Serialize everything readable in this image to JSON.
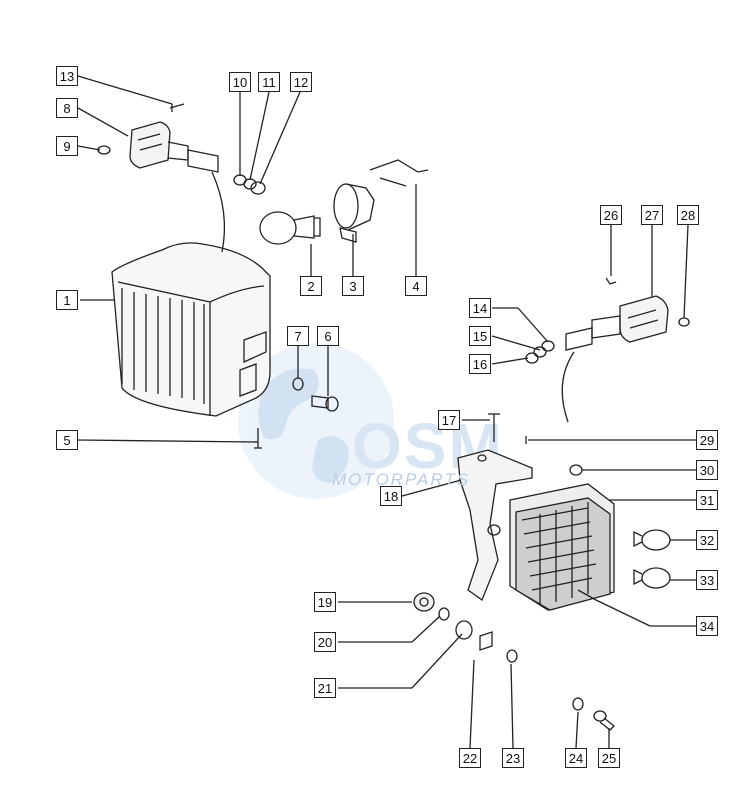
{
  "watermark": {
    "logo": "OSM",
    "text": "MOTORPARTS",
    "color": "#b9cde3",
    "accent": "#7aa6d6"
  },
  "callouts": [
    "13",
    "8",
    "9",
    "10",
    "11",
    "12",
    "1",
    "2",
    "3",
    "4",
    "7",
    "6",
    "5",
    "26",
    "27",
    "28",
    "14",
    "15",
    "16",
    "17",
    "29",
    "30",
    "18",
    "31",
    "32",
    "33",
    "34",
    "19",
    "20",
    "21",
    "22",
    "23",
    "24",
    "25"
  ],
  "ink_color": "#222222"
}
